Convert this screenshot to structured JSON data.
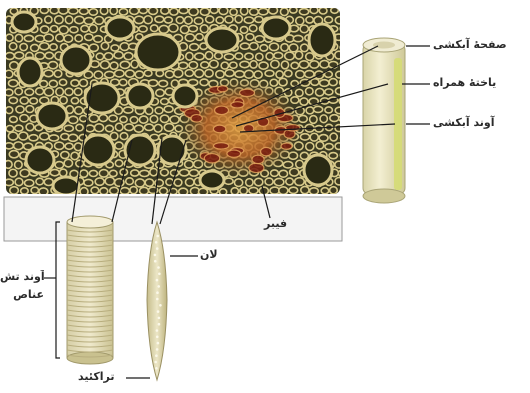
{
  "labels": {
    "sieve_plate": "صفحهٔ آبکشی",
    "companion_cell": "یاختهٔ همراه",
    "sieve_tube": "آوند آبکشی",
    "fiber": "فیبر",
    "pit": "لان",
    "xylem_line1": "آوند تش",
    "xylem_line2": "عناص",
    "tracheid": "تراکئید"
  },
  "colors": {
    "micrograph_bg": "#3a3a22",
    "cell_wall": "#d8ca8a",
    "phloem_center": "#c9762a",
    "phloem_dark": "#7a1e10",
    "tube_fill": "#ece8c4",
    "companion": "#d5dc74",
    "fiber_panel": "#f4f4f4"
  }
}
